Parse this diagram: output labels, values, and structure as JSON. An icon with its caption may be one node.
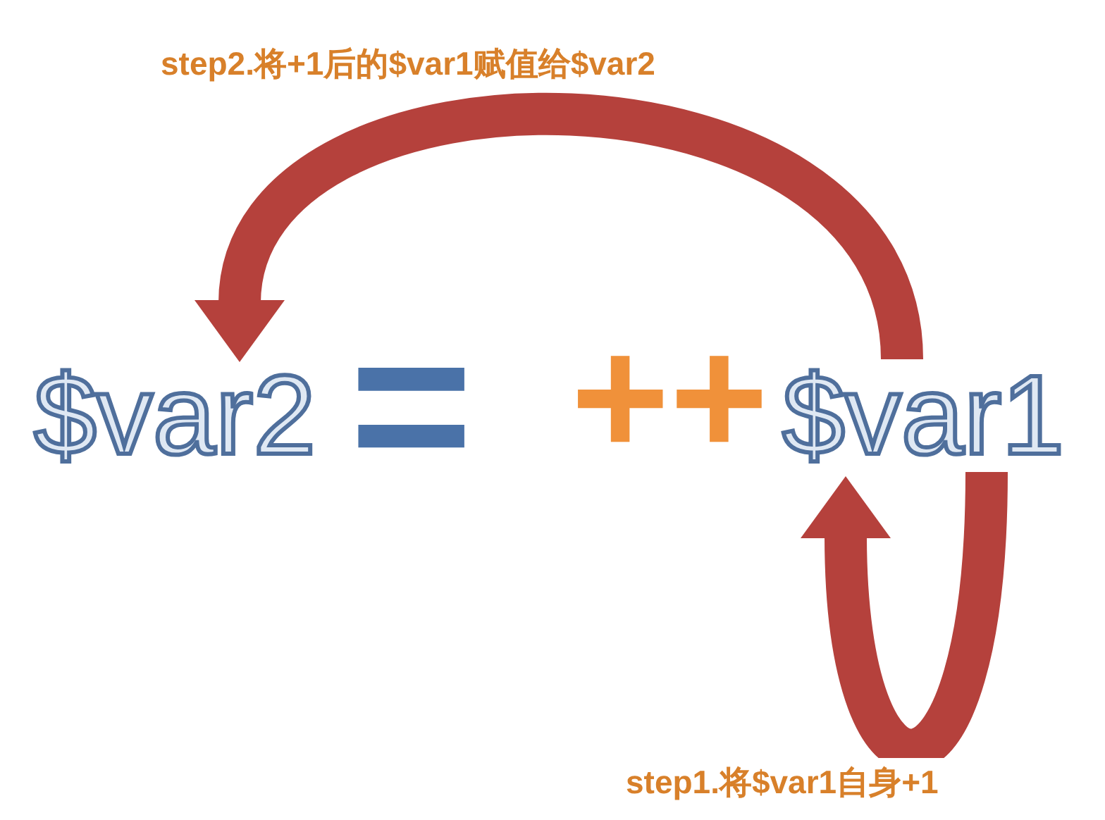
{
  "diagram": {
    "nodes": [
      {
        "text": [
          "$var2"
        ]
      },
      {
        "text": [
          "$var1"
        ]
      }
    ],
    "edges": [
      {
        "from": 1,
        "to": 0,
        "arrow": "to",
        "label": "step2.将+1后的$var1赋值给$var2"
      },
      {
        "from": 1,
        "to": 1,
        "arrow": "to",
        "label": "step1.将$var1自身+1"
      }
    ],
    "labels": [
      "=",
      "++"
    ]
  }
}
